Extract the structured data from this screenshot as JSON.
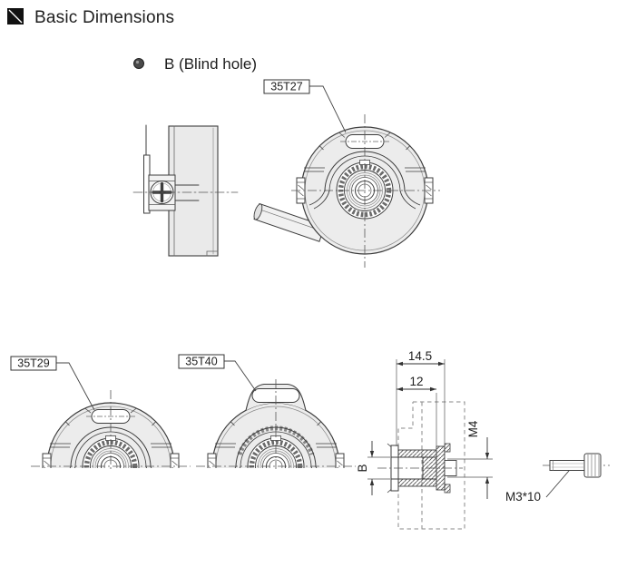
{
  "header": {
    "title": "Basic Dimensions"
  },
  "legend": {
    "bullet_item": "B (Blind hole)"
  },
  "part_labels": {
    "front_full": "35T27",
    "half_plain": "35T29",
    "half_tab": "35T40"
  },
  "dimensions": {
    "overall_depth": "14.5",
    "hub_depth": "12",
    "thread": "M4",
    "bore_diameter": "B",
    "mounting_screw": "M3*10"
  },
  "colors": {
    "line": "#3d3d3d",
    "body_fill": "#ececec",
    "header_icon": "#111111",
    "background": "#ffffff"
  }
}
